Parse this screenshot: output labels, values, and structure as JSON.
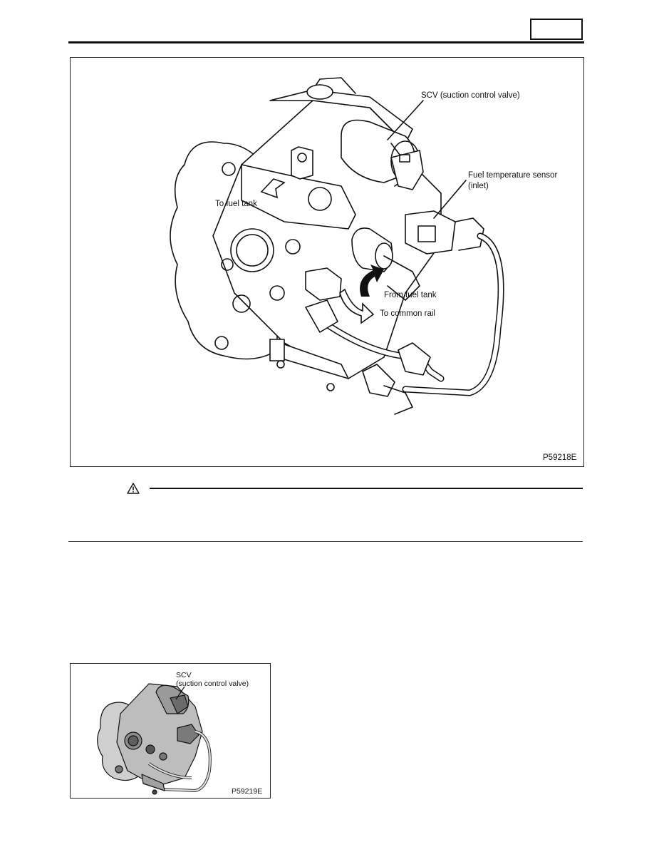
{
  "figure1": {
    "labels": {
      "scv": "SCV (suction control valve)",
      "fuel_temp_line1": "Fuel temperature sensor",
      "fuel_temp_line2": "(inlet)",
      "to_fuel_tank": "To fuel tank",
      "from_fuel_tank": "From fuel tank",
      "to_common_rail": "To common rail"
    },
    "code": "P59218E"
  },
  "figure2": {
    "labels": {
      "scv_line1": "SCV",
      "scv_line2": "(suction control valve)"
    },
    "code": "P59219E"
  },
  "icons": {
    "warning": "warning-triangle-icon"
  }
}
